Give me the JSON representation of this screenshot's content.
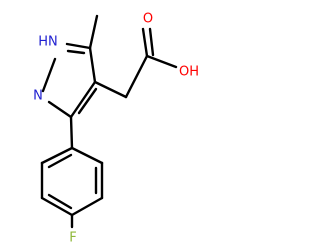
{
  "molecule": {
    "atoms": {
      "n1h": "HN",
      "n2": "N",
      "oh": "OH",
      "o_carbonyl": "O",
      "f": "F"
    },
    "colors": {
      "bond": "#000000",
      "nitrogen": "#1f1fd0",
      "oxygen": "#ff0000",
      "fluorine": "#8fb83a"
    }
  }
}
